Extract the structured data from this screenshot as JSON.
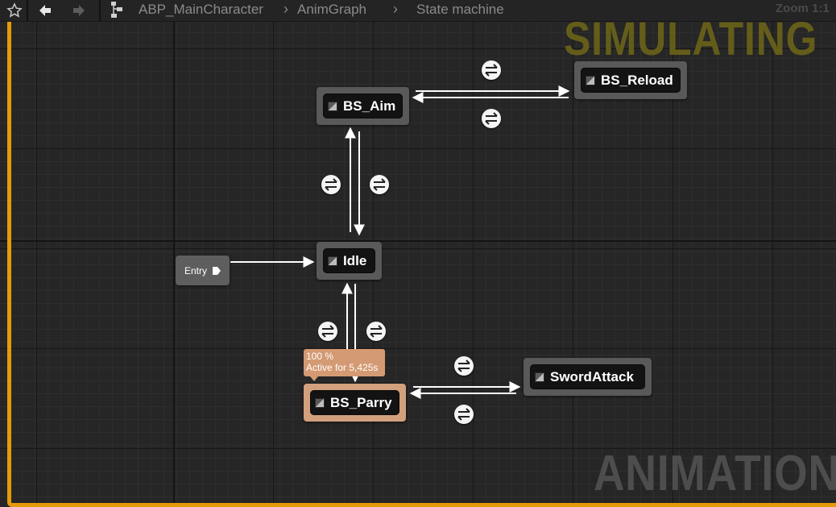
{
  "toolbar": {
    "breadcrumb": [
      "ABP_MainCharacter",
      "AnimGraph",
      "State machine"
    ],
    "zoom": "Zoom 1:1"
  },
  "overlay": {
    "status": "SIMULATING",
    "watermark": "ANIMATION"
  },
  "entry": {
    "label": "Entry"
  },
  "states": {
    "bs_aim": "BS_Aim",
    "bs_reload": "BS_Reload",
    "idle": "Idle",
    "bs_parry": "BS_Parry",
    "sword_attack": "SwordAttack"
  },
  "active_state": {
    "weight": "100 %",
    "active_for": "Active for 5,425s"
  },
  "colors": {
    "simulating_border": "#e69a0a",
    "active_state": "#d2a07c",
    "state_node": "#595959",
    "wire": "#ffffff"
  },
  "icons": [
    "star-icon",
    "back-arrow-icon",
    "forward-arrow-icon",
    "hierarchy-icon",
    "state-icon",
    "transition-icon",
    "entry-pin-icon"
  ]
}
